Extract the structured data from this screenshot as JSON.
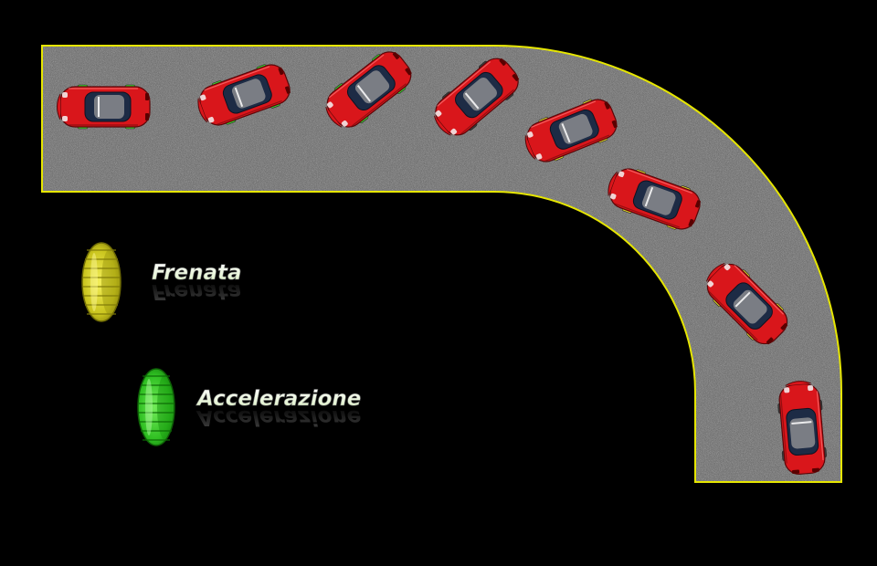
{
  "colors": {
    "background": "#000000",
    "track_surface": "#5c5c5c",
    "track_edge": "#e6e600",
    "car_body": "#d9161b",
    "car_glass": "#1d2b45",
    "brake_wheel": "#d6d22a",
    "accel_wheel": "#3bd12e",
    "label_fill": "#f1f7c9"
  },
  "cars": [
    {
      "name": "car-1",
      "wheel_state": "accelerazione"
    },
    {
      "name": "car-2",
      "wheel_state": "accelerazione"
    },
    {
      "name": "car-3",
      "wheel_state": "accelerazione"
    },
    {
      "name": "car-4",
      "wheel_state": "none"
    },
    {
      "name": "car-5",
      "wheel_state": "frenata"
    },
    {
      "name": "car-6",
      "wheel_state": "frenata"
    },
    {
      "name": "car-7",
      "wheel_state": "frenata"
    },
    {
      "name": "car-8",
      "wheel_state": "none"
    }
  ],
  "legend": {
    "brake": {
      "label": "Frenata",
      "icon": "yellow-tire-icon"
    },
    "accel": {
      "label": "Accelerazione",
      "icon": "green-tire-icon"
    }
  }
}
